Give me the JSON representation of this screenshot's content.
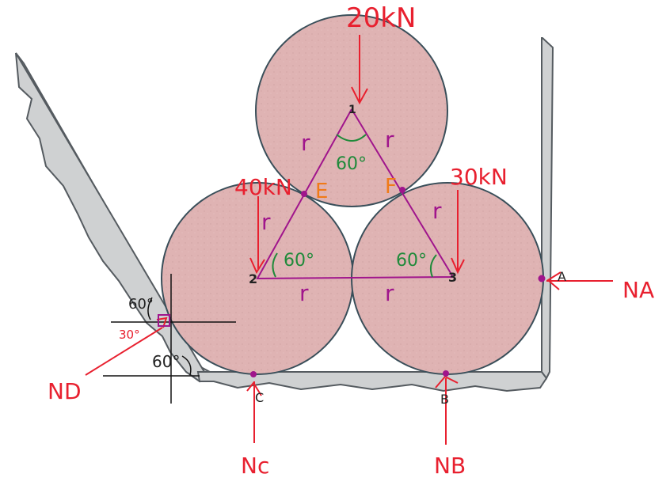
{
  "loads": {
    "top": "20kN",
    "left": "40kN",
    "right": "30kN"
  },
  "reactions": {
    "a": "NA",
    "b": "NB",
    "c": "Nc",
    "d": "ND"
  },
  "points": {
    "a": "A",
    "b": "B",
    "c": "C",
    "e": "E",
    "f": "F",
    "center1": "1",
    "center2": "2",
    "center3": "3"
  },
  "radius_labels": {
    "r1": "r",
    "r2": "r",
    "r3": "r",
    "r4": "r",
    "r5": "r",
    "r6": "r"
  },
  "angles": {
    "top": "60°",
    "left": "60°",
    "right": "60°",
    "wall_upper": "60°",
    "wall_side": "30°",
    "wall_lower": "60°"
  },
  "colors": {
    "cylinder_fill": "#dfb3b3",
    "cylinder_stroke": "#3a4f5a",
    "wall_fill": "#cfd1d2",
    "wall_stroke": "#555b60",
    "force_red": "#e8202f",
    "triangle_magenta": "#a0158c",
    "angle_green": "#1f8a3a",
    "point_orange": "#f07a18"
  }
}
